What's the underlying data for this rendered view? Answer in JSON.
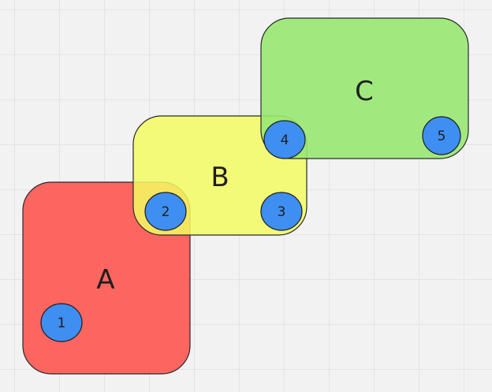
{
  "shapes": [
    {
      "id": "A",
      "label": "A",
      "color": "#fd5a55"
    },
    {
      "id": "B",
      "label": "B",
      "color": "#f3fc62"
    },
    {
      "id": "C",
      "label": "C",
      "color": "#98e872"
    }
  ],
  "markers": [
    {
      "label": "1"
    },
    {
      "label": "2"
    },
    {
      "label": "3"
    },
    {
      "label": "4"
    },
    {
      "label": "5"
    }
  ],
  "marker_color": "#3f8ef2"
}
